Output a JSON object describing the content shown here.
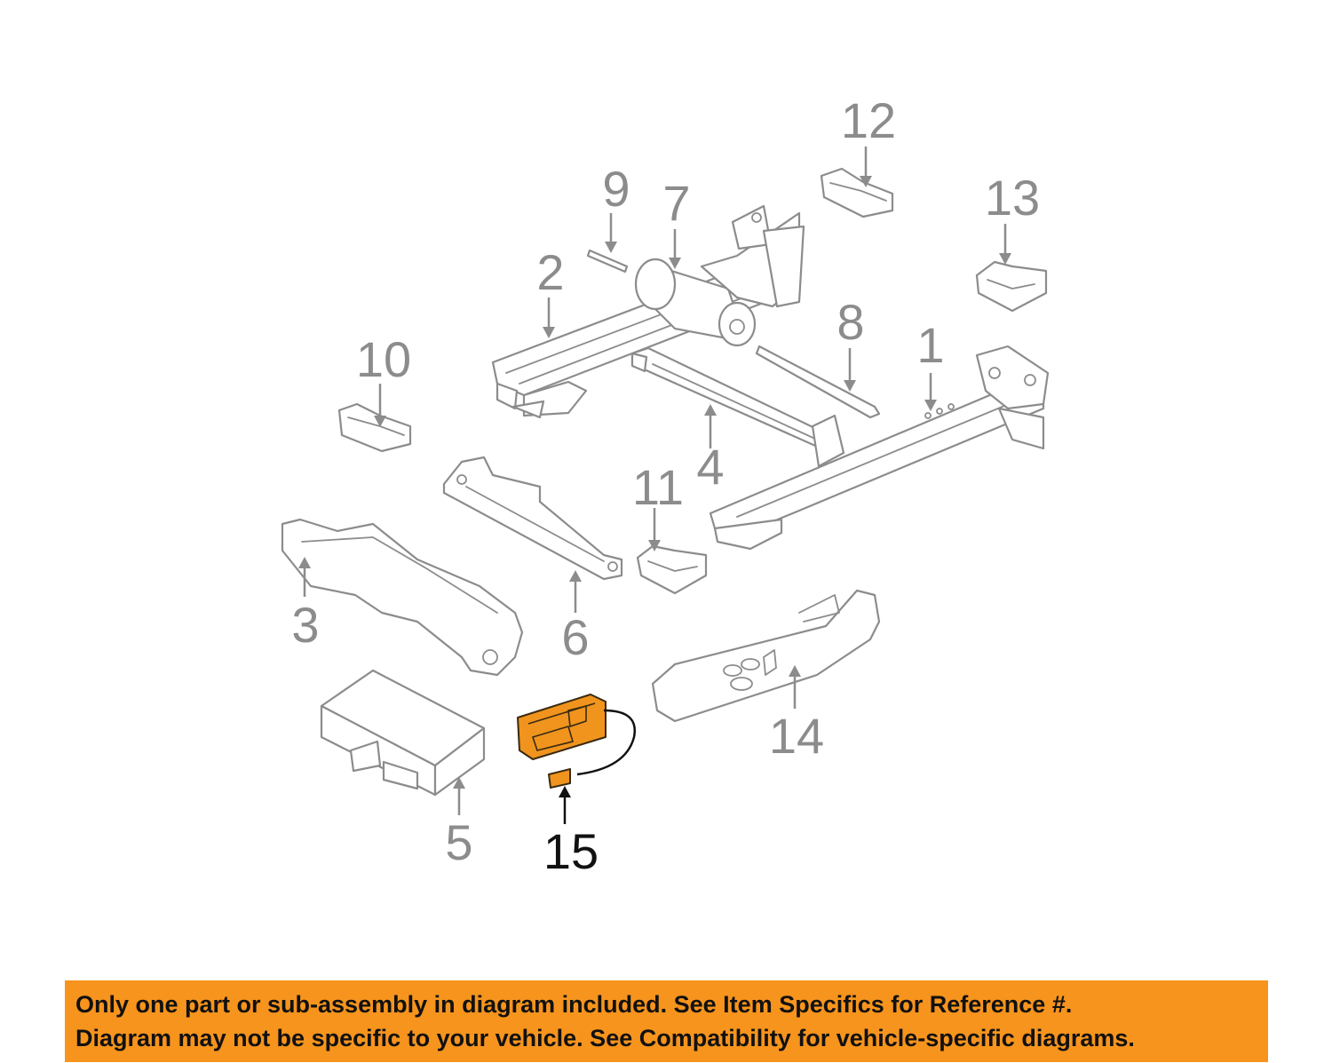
{
  "callouts": [
    {
      "id": "1",
      "label": "1"
    },
    {
      "id": "2",
      "label": "2"
    },
    {
      "id": "3",
      "label": "3"
    },
    {
      "id": "4",
      "label": "4"
    },
    {
      "id": "5",
      "label": "5"
    },
    {
      "id": "6",
      "label": "6"
    },
    {
      "id": "7",
      "label": "7"
    },
    {
      "id": "8",
      "label": "8"
    },
    {
      "id": "9",
      "label": "9"
    },
    {
      "id": "10",
      "label": "10"
    },
    {
      "id": "11",
      "label": "11"
    },
    {
      "id": "12",
      "label": "12"
    },
    {
      "id": "13",
      "label": "13"
    },
    {
      "id": "14",
      "label": "14"
    },
    {
      "id": "15",
      "label": "15"
    }
  ],
  "highlighted_part": "15",
  "colors": {
    "part_outline": "#8c8c8c",
    "highlight_fill": "#f0941e",
    "notice_background": "#f7941d",
    "notice_text": "#111111"
  },
  "notice": {
    "line1": "Only one part or sub-assembly in diagram included. See Item Specifics for Reference #.",
    "line2": "Diagram may not be specific to your vehicle. See Compatibility for vehicle-specific diagrams."
  }
}
